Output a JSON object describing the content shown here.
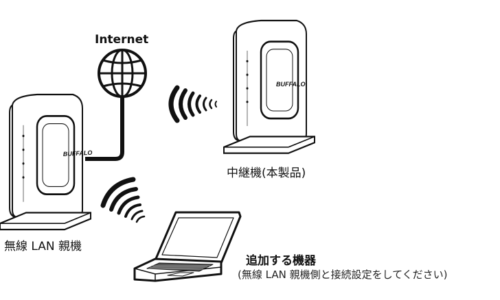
{
  "labels": {
    "internet": "Internet",
    "extender": "中継機(本製品)",
    "router": "無線 LAN 親機",
    "added_device": "追加する機器",
    "added_device_note": "(無線 LAN 親機側と接続設定をしてください)"
  },
  "router_brand": "BUFFALO",
  "icons": [
    "globe-icon",
    "wifi-waves-icon"
  ],
  "colors": {
    "line": "#111111",
    "device_fill": "#ffffff"
  }
}
